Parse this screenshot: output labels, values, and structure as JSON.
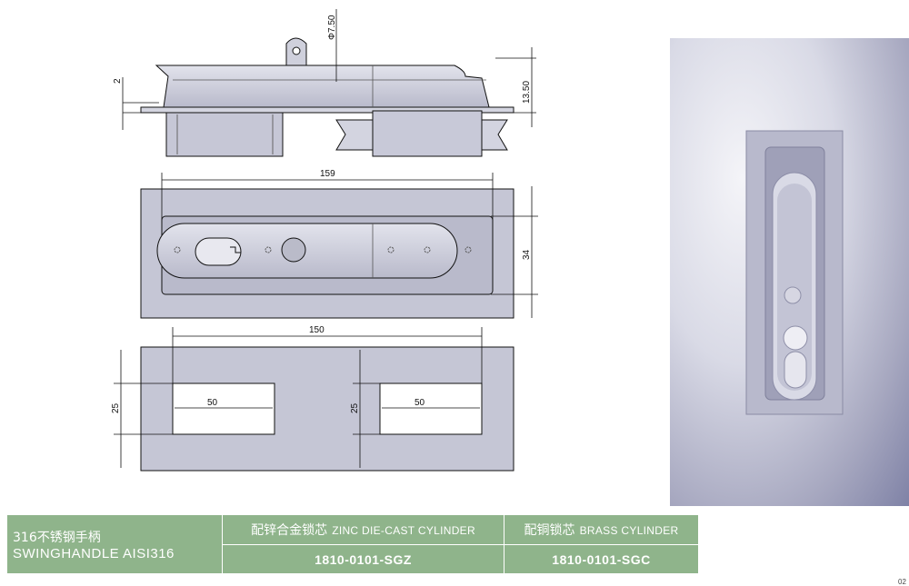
{
  "dimensions": {
    "pin_diameter": "Φ7.50",
    "flange_thickness": "2",
    "height": "13.50",
    "handle_length": "159",
    "handle_width": "34",
    "cutout_spacing": "150",
    "cutout_height_left": "25",
    "cutout_height_right": "25",
    "cutout_width_left": "50",
    "cutout_width_right": "50"
  },
  "spec_table": {
    "product_cn": "316不锈钢手柄",
    "product_en": "SWINGHANDLE AISI316",
    "zinc_cn": "配锌合金锁芯",
    "zinc_en": "ZINC DIE-CAST CYLINDER",
    "zinc_code": "1810-0101-SGZ",
    "brass_cn": "配铜锁芯",
    "brass_en": "BRASS CYLINDER",
    "brass_code": "1810-0101-SGC"
  },
  "page_number": "02",
  "colors": {
    "table_bg": "#8fb48b",
    "line": "#111111",
    "part_fill": "#c9cad6"
  }
}
